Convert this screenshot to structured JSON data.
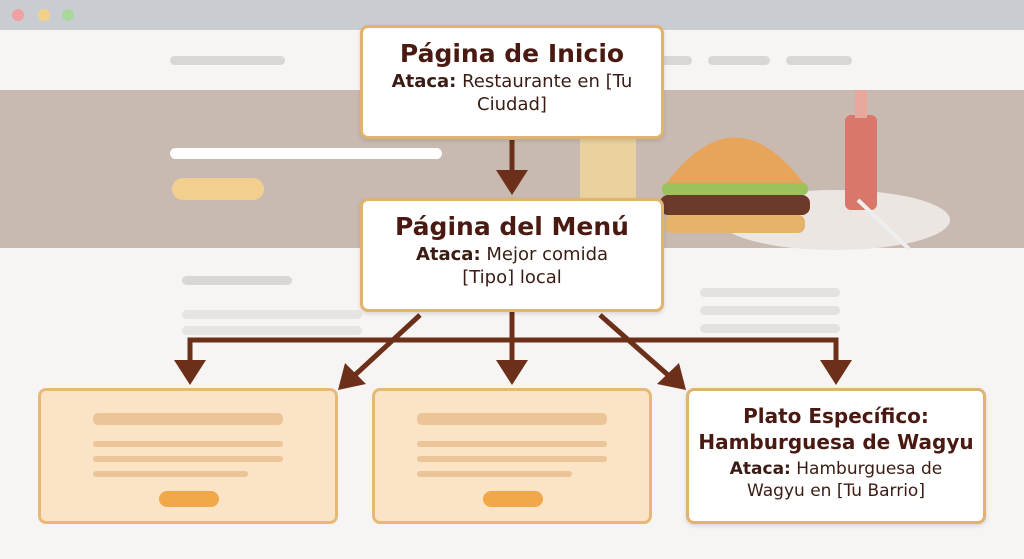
{
  "nodes": {
    "home": {
      "title": "Página de Inicio",
      "label": "Ataca:",
      "target": "Restaurante en [Tu Ciudad]"
    },
    "menu": {
      "title": "Página del Menú",
      "label": "Ataca:",
      "target": "Mejor comida [Tipo] local"
    },
    "dish": {
      "title": "Plato Específico: Hamburguesa de Wagyu",
      "label": "Ataca:",
      "target": "Hamburguesa de Wagyu en [Tu Barrio]"
    }
  },
  "colors": {
    "arrow": "#6b2f1a",
    "border": "#e2b26f",
    "placeholder": "#fbe4c6"
  }
}
